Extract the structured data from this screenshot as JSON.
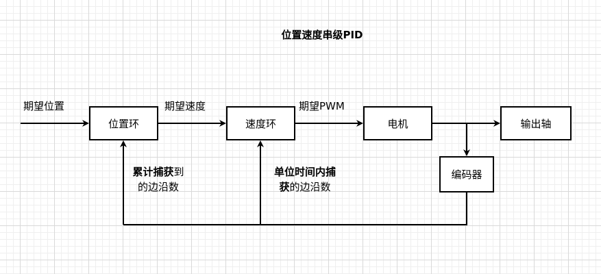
{
  "title": "位置速度串级PID",
  "blocks": {
    "position_loop": "位置环",
    "speed_loop": "速度环",
    "motor": "电机",
    "output_shaft": "输出轴",
    "encoder": "编码器"
  },
  "signals": {
    "target_position": "期望位置",
    "target_speed": "期望速度",
    "target_pwm": "期望PWM"
  },
  "feedback": {
    "position": {
      "line1_bold": "累计捕获",
      "line1_rest": "到",
      "line2": "的边沿数"
    },
    "speed": {
      "line1_bold": "单位时间内捕",
      "line2_bold": "获",
      "line2_rest": "的边沿数"
    }
  }
}
